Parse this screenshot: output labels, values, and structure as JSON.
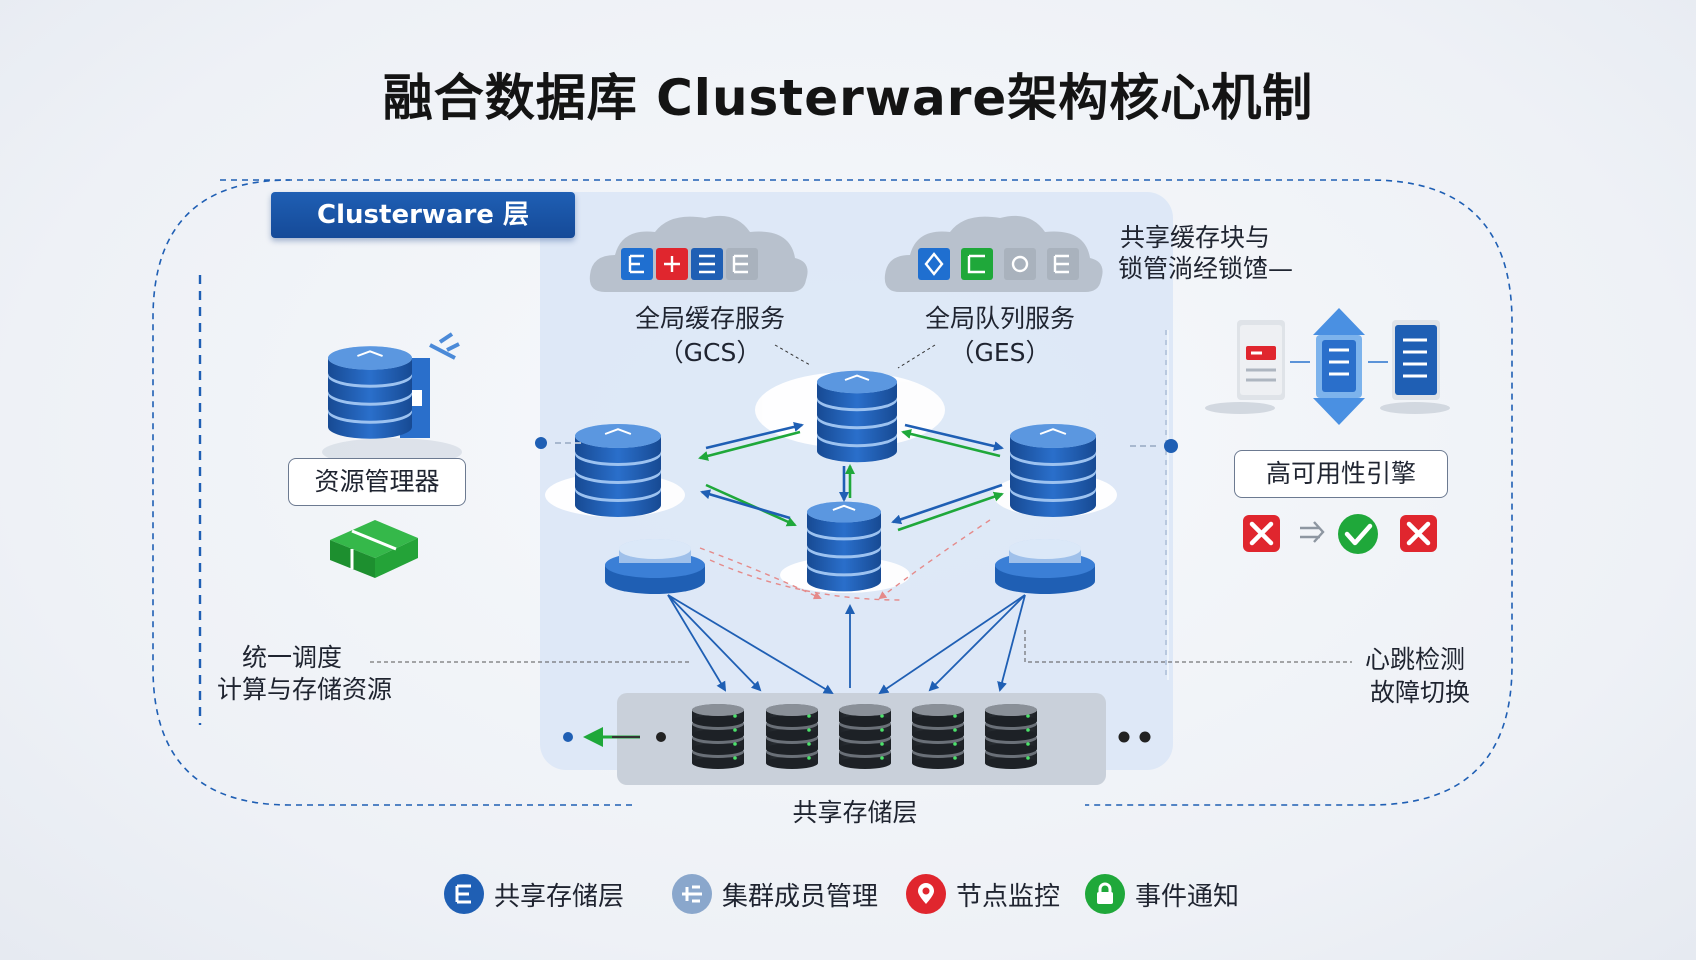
{
  "title": "融合数据库 Clusterware架构核心机制",
  "clusterware_header": "Clusterware 层",
  "services": {
    "gcs": {
      "name": "全局缓存服务",
      "abbr": "（GCS）"
    },
    "ges": {
      "name": "全局队列服务",
      "abbr": "（GES）"
    }
  },
  "shared_cache_label": {
    "line1": "共享缓存块与",
    "line2": "锁管淌经锁馇—"
  },
  "resource_manager": "资源管理器",
  "unified_schedule": {
    "line1": "统一调度",
    "line2": "计算与存储资源"
  },
  "ha_engine": "高可用性引擎",
  "heartbeat": {
    "line1": "心跳检测",
    "line2": "故障切换"
  },
  "storage_layer": "共享存储层",
  "legend": [
    {
      "label": "共享存储层",
      "icon": "storage-icon",
      "color": "#1f5fb4"
    },
    {
      "label": "集群成员管理",
      "icon": "cluster-member-icon",
      "color": "#8aa7cc"
    },
    {
      "label": "节点监控",
      "icon": "location-pin-icon",
      "color": "#e0262e"
    },
    {
      "label": "事件通知",
      "icon": "lock-icon",
      "color": "#1fa83a"
    }
  ],
  "colors": {
    "primary": "#1f5fb4",
    "green": "#1fa83a",
    "red": "#e0262e",
    "panel": "#dce7f6"
  }
}
